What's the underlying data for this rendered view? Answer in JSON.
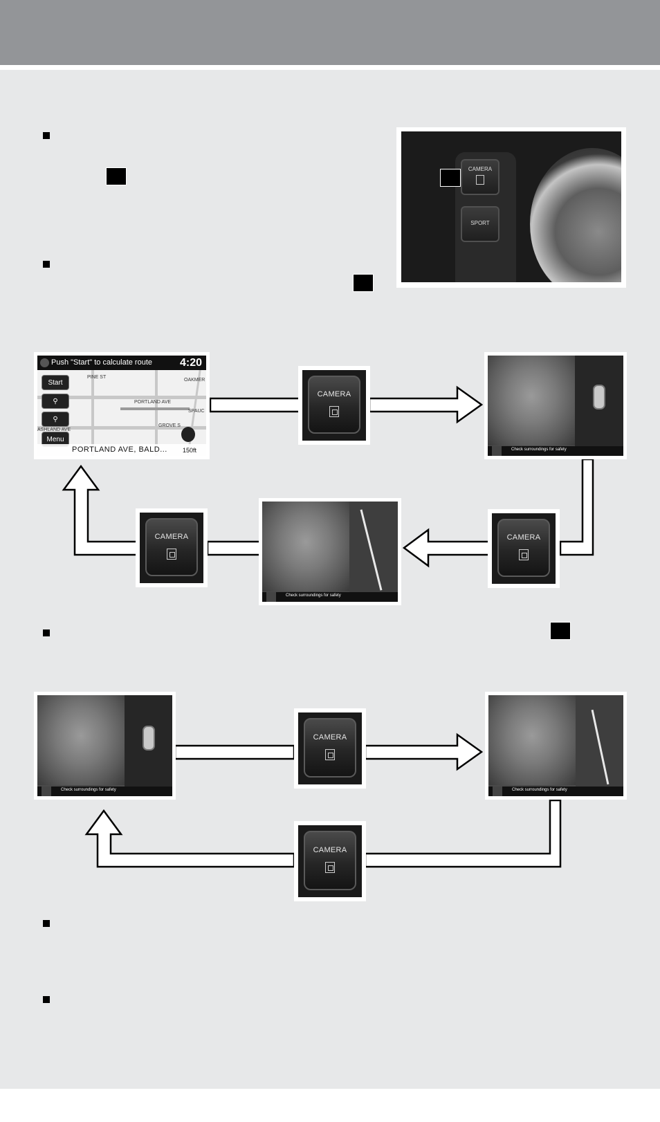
{
  "console_photo": {
    "camera_label": "CAMERA",
    "sport_label": "SPORT"
  },
  "camera_button": {
    "label": "CAMERA"
  },
  "nav_screen": {
    "top_message": "Push \"Start\" to calculate route",
    "time": "4:20",
    "start_button": "Start",
    "menu_button": "Menu",
    "streets": [
      "PINE ST",
      "OAKMER",
      "PORTLAND AVE",
      "SPAUC",
      "GROVE S",
      "ASHLAND AVE"
    ],
    "current_street": "PORTLAND AVE, BALD...",
    "scale": "150ft"
  },
  "camera_views": {
    "status_text": "Check surroundings for safety"
  }
}
